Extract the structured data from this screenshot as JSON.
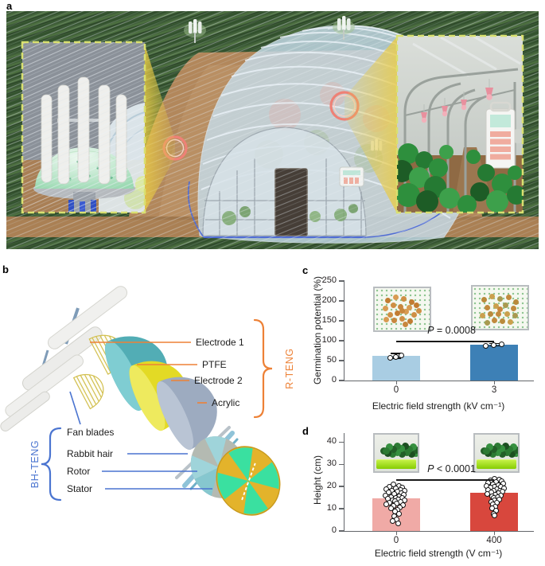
{
  "figure": {
    "panel_a_label": "a",
    "panel_b_label": "b",
    "panel_c_label": "c",
    "panel_d_label": "d"
  },
  "panel_a": {
    "inset_border_color": "#d9e070",
    "callout_circle_color": "#ee8176",
    "beam_color": "#e9cb45"
  },
  "panel_b": {
    "r_teng": {
      "group_label": "R-TENG",
      "color": "#ed8136",
      "labels": [
        "Electrode 1",
        "PTFE",
        "Electrode 2",
        "Acrylic"
      ]
    },
    "bh_teng": {
      "group_label": "BH-TENG",
      "color": "#4a74d0",
      "labels": [
        "Fan blades",
        "Rabbit hair",
        "Rotor",
        "Stator"
      ]
    }
  },
  "chart_data": [
    {
      "id": "c",
      "type": "bar",
      "categories": [
        "0",
        "3"
      ],
      "values": [
        62,
        90
      ],
      "bar_colors": [
        "#a9cde3",
        "#3d80b6"
      ],
      "error_bars": [
        [
          56,
          68
        ],
        [
          87,
          92.5
        ]
      ],
      "points": [
        [
          [
            -7,
            57
          ],
          [
            0,
            60
          ],
          [
            7,
            63
          ]
        ],
        [
          [
            -11,
            88
          ],
          [
            -1,
            90
          ],
          [
            9,
            91
          ]
        ]
      ],
      "ylabel": "Germination potential (%)",
      "xlabel": "Electric field strength (kV cm⁻¹)",
      "yticks": [
        0,
        50,
        100,
        150,
        200,
        250
      ],
      "ylim": [
        0,
        252
      ],
      "grid": false,
      "legend": null,
      "significance": {
        "symbol": "P",
        "rest": " = 0.0008",
        "line_value": 100
      }
    },
    {
      "id": "d",
      "type": "bar",
      "categories": [
        "0",
        "400"
      ],
      "values": [
        14.5,
        17
      ],
      "bar_colors": [
        "#f0aaa6",
        "#d8473d"
      ],
      "means": [
        14.5,
        17
      ],
      "points": [
        [
          [
            -3,
            20.8
          ],
          [
            4,
            20.3
          ],
          [
            -8,
            19.9
          ],
          [
            8,
            19.6
          ],
          [
            0,
            19.2
          ],
          [
            -12,
            18.9
          ],
          [
            6,
            18.6
          ],
          [
            -5,
            18.2
          ],
          [
            11,
            17.9
          ],
          [
            2,
            17.6
          ],
          [
            -9,
            17.2
          ],
          [
            7,
            16.9
          ],
          [
            -2,
            16.6
          ],
          [
            10,
            16.2
          ],
          [
            -13,
            15.9
          ],
          [
            4,
            15.6
          ],
          [
            -6,
            15.3
          ],
          [
            0,
            15.0
          ],
          [
            8,
            14.8
          ],
          [
            -10,
            14.5
          ],
          [
            3,
            14.2
          ],
          [
            -4,
            13.9
          ],
          [
            11,
            13.7
          ],
          [
            -1,
            13.4
          ],
          [
            6,
            13.0
          ],
          [
            -8,
            12.7
          ],
          [
            1,
            12.4
          ],
          [
            -12,
            12.0
          ],
          [
            9,
            11.6
          ],
          [
            -3,
            11.2
          ],
          [
            5,
            10.7
          ],
          [
            -6,
            10.2
          ],
          [
            2,
            9.6
          ],
          [
            -1,
            8.7
          ],
          [
            4,
            7.6
          ],
          [
            -2,
            6.6
          ],
          [
            1,
            5.2
          ],
          [
            -4,
            4.3
          ],
          [
            3,
            3.4
          ]
        ],
        [
          [
            0,
            23.4
          ],
          [
            6,
            23.0
          ],
          [
            -5,
            22.6
          ],
          [
            9,
            22.2
          ],
          [
            2,
            21.9
          ],
          [
            -8,
            21.5
          ],
          [
            11,
            21.2
          ],
          [
            -2,
            20.9
          ],
          [
            5,
            20.6
          ],
          [
            -10,
            20.3
          ],
          [
            8,
            20.0
          ],
          [
            0,
            19.7
          ],
          [
            -5,
            19.4
          ],
          [
            12,
            19.1
          ],
          [
            3,
            18.8
          ],
          [
            -8,
            18.5
          ],
          [
            7,
            18.2
          ],
          [
            -1,
            17.9
          ],
          [
            10,
            17.6
          ],
          [
            -4,
            17.3
          ],
          [
            5,
            17.0
          ],
          [
            -9,
            16.7
          ],
          [
            1,
            16.4
          ],
          [
            8,
            16.0
          ],
          [
            -3,
            15.6
          ],
          [
            4,
            15.2
          ],
          [
            -1,
            14.7
          ],
          [
            6,
            14.2
          ],
          [
            0,
            13.7
          ],
          [
            -4,
            13.2
          ],
          [
            3,
            12.6
          ],
          [
            -2,
            11.9
          ],
          [
            1,
            11.0
          ],
          [
            -3,
            10.1
          ],
          [
            2,
            9.0
          ],
          [
            -1,
            7.8
          ],
          [
            0,
            6.9
          ]
        ]
      ],
      "ylabel": "Height (cm)",
      "xlabel": "Electric field strength (V cm⁻¹)",
      "yticks": [
        0,
        10,
        20,
        30,
        40
      ],
      "ylim": [
        0,
        44
      ],
      "grid": false,
      "legend": null,
      "significance": {
        "symbol": "P",
        "rest": " < 0.0001",
        "line_value": 23.2
      }
    }
  ]
}
